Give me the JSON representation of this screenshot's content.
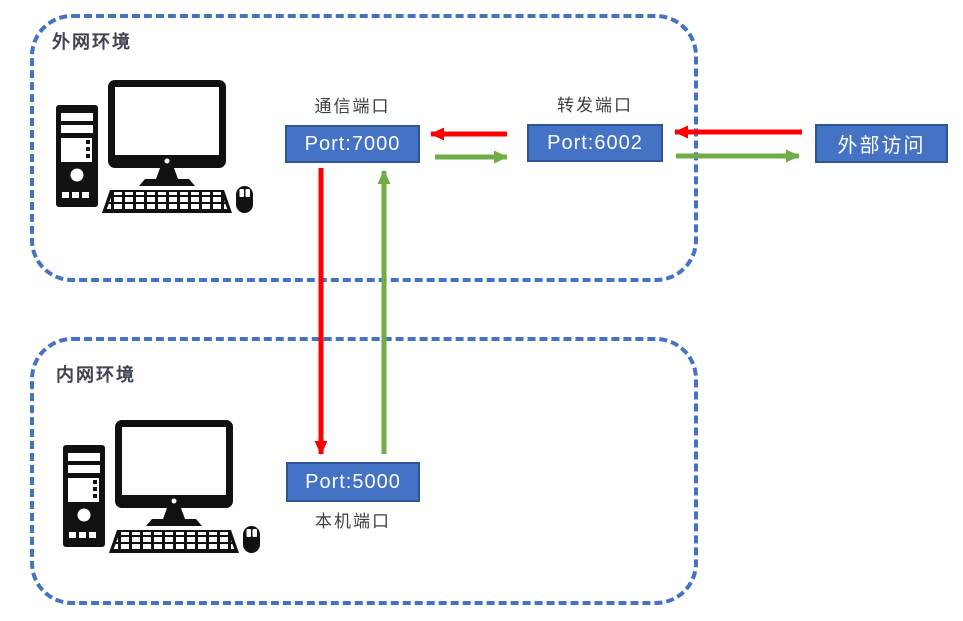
{
  "diagram": {
    "zones": [
      {
        "id": "wan",
        "title": "外网环境"
      },
      {
        "id": "lan",
        "title": "内网环境"
      }
    ],
    "nodes": {
      "comm_port": {
        "label": "通信端口",
        "value": "Port:7000"
      },
      "forward_port": {
        "label": "转发端口",
        "value": "Port:6002"
      },
      "external_access": {
        "value": "外部访问"
      },
      "local_port": {
        "value": "Port:5000",
        "label": "本机端口"
      }
    },
    "flows": [
      {
        "from": "external_access",
        "to": "forward_port",
        "color": "red"
      },
      {
        "from": "forward_port",
        "to": "external_access",
        "color": "green"
      },
      {
        "from": "forward_port",
        "to": "comm_port",
        "color": "red"
      },
      {
        "from": "comm_port",
        "to": "forward_port",
        "color": "green"
      },
      {
        "from": "comm_port",
        "to": "local_port",
        "color": "red"
      },
      {
        "from": "local_port",
        "to": "comm_port",
        "color": "green"
      }
    ]
  },
  "icons": {
    "computer": "desktop-computer-icon",
    "mouse": "mouse-icon"
  },
  "colors": {
    "zone_border": "#4472C4",
    "box_fill": "#4472C4",
    "box_border": "#2F5597",
    "box_text": "#FFFFFF",
    "label_text": "#404040",
    "arrow_red": "#FF0000",
    "arrow_green": "#70AD47",
    "icon_black": "#111111"
  }
}
